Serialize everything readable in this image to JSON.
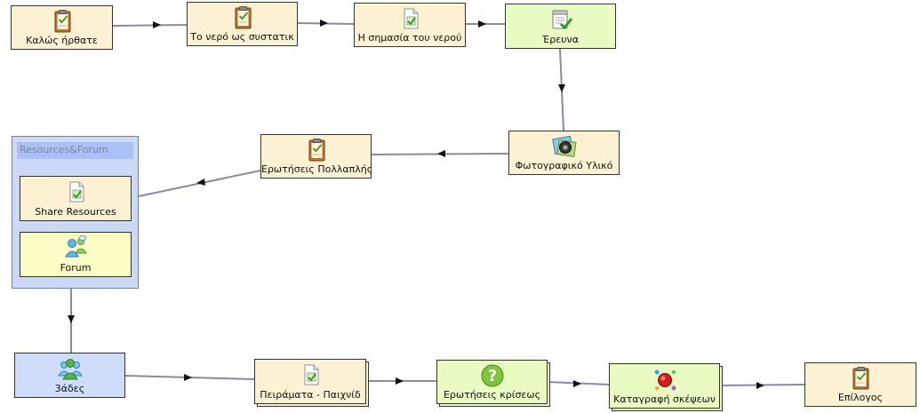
{
  "nodes": {
    "welcome": {
      "label": "Καλώς ήρθατε",
      "icon": "notepad-icon"
    },
    "water_component": {
      "label": "Το νερό ως συστατικ",
      "icon": "notepad-icon"
    },
    "water_importance": {
      "label": "Η σημασία του νερού",
      "icon": "document-icon"
    },
    "research": {
      "label": "Έρευνα",
      "icon": "checklist-icon"
    },
    "photo_material": {
      "label": "Φωτογραφικό Υλικό",
      "icon": "media-icon"
    },
    "multiple_choice": {
      "label": "Ερωτήσεις Πολλαπλής",
      "icon": "notepad-icon"
    },
    "group": {
      "title": "Resources&Forum"
    },
    "share_resources": {
      "label": "Share Resources",
      "icon": "document-icon"
    },
    "forum": {
      "label": "Forum",
      "icon": "people-icon"
    },
    "groups": {
      "label": "3άδες",
      "icon": "group-icon"
    },
    "experiments": {
      "label": "Πειράματα - Παιχνίδ",
      "icon": "document-icon"
    },
    "critical_questions": {
      "label": "Ερωτήσεις κρίσεως",
      "icon": "question-icon"
    },
    "thoughts_record": {
      "label": "Καταγραφή σκέψεων",
      "icon": "molecule-icon"
    },
    "epilogue": {
      "label": "Επίλογος",
      "icon": "notepad-icon"
    }
  },
  "colors": {
    "activity": "#fdf1d4",
    "assessment": "#e9fbc3",
    "forum": "#fdfdc6",
    "grouping": "#cfdcfa",
    "connector": "#8a8aa0"
  }
}
